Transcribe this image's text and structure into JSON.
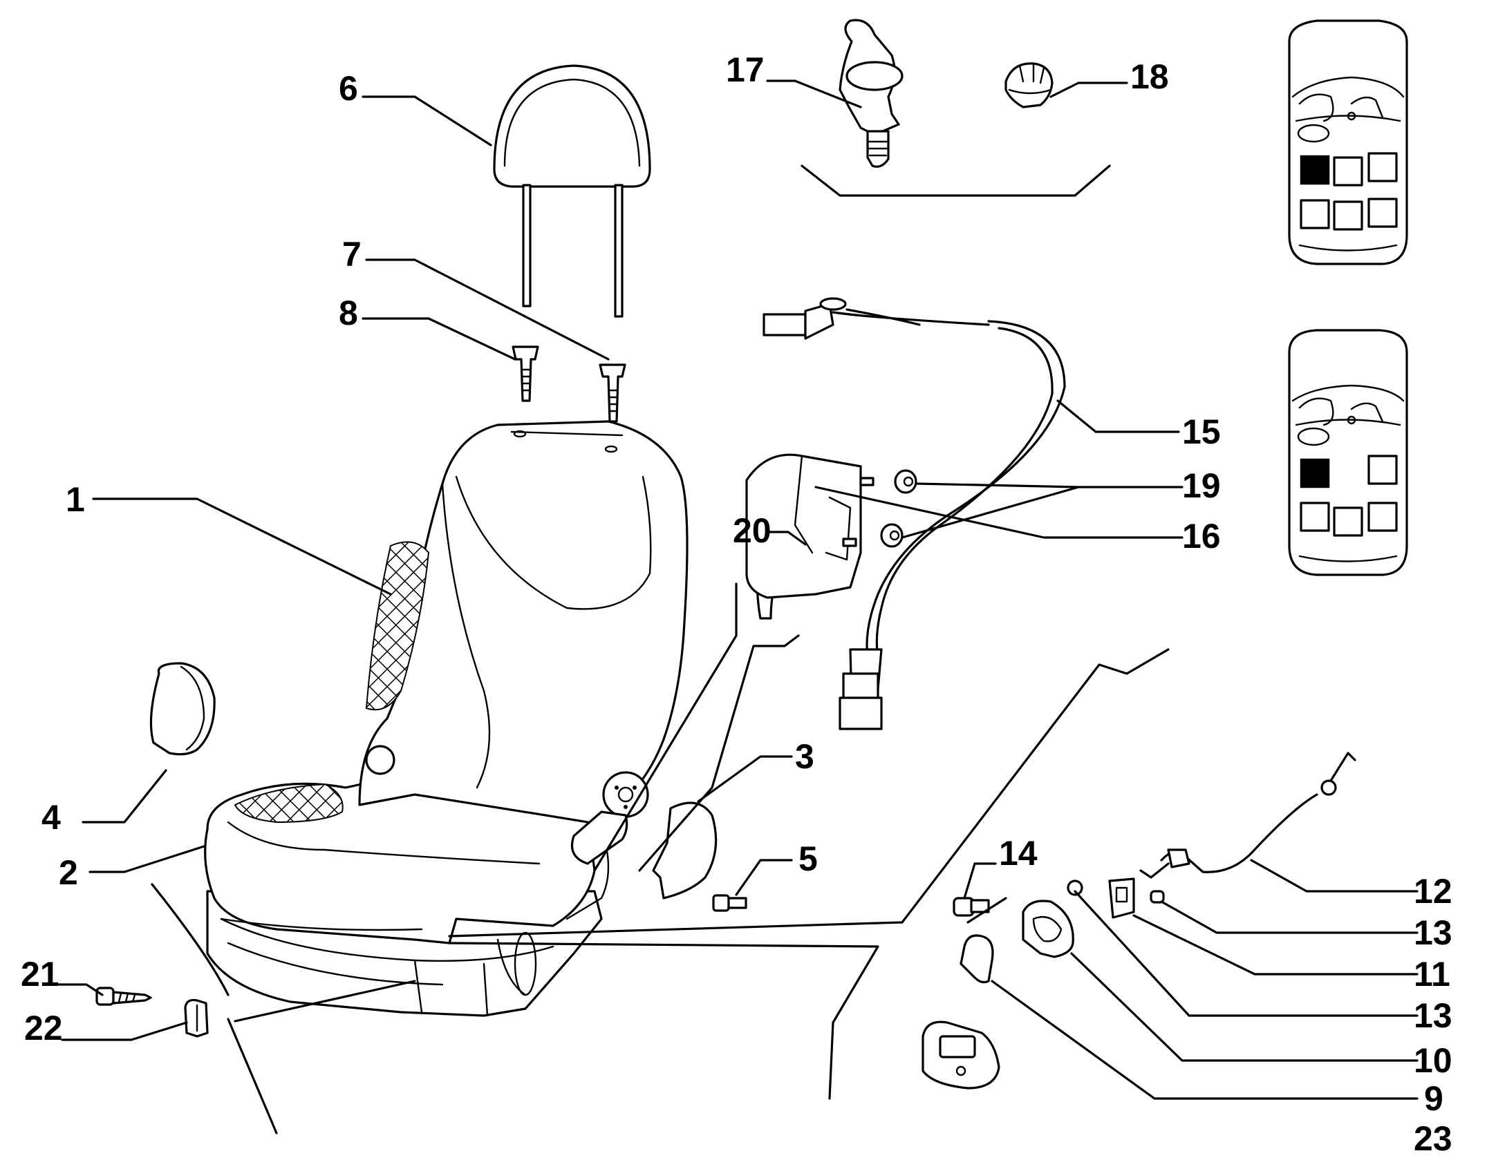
{
  "callouts": [
    {
      "id": "c1",
      "label": "1"
    },
    {
      "id": "c2",
      "label": "2"
    },
    {
      "id": "c3",
      "label": "3"
    },
    {
      "id": "c4",
      "label": "4"
    },
    {
      "id": "c5",
      "label": "5"
    },
    {
      "id": "c6",
      "label": "6"
    },
    {
      "id": "c7",
      "label": "7"
    },
    {
      "id": "c8",
      "label": "8"
    },
    {
      "id": "c9",
      "label": "9"
    },
    {
      "id": "c10",
      "label": "10"
    },
    {
      "id": "c11",
      "label": "11"
    },
    {
      "id": "c12",
      "label": "12"
    },
    {
      "id": "c13a",
      "label": "13"
    },
    {
      "id": "c13b",
      "label": "13"
    },
    {
      "id": "c14",
      "label": "14"
    },
    {
      "id": "c15",
      "label": "15"
    },
    {
      "id": "c16",
      "label": "16"
    },
    {
      "id": "c17",
      "label": "17"
    },
    {
      "id": "c18",
      "label": "18"
    },
    {
      "id": "c19",
      "label": "19"
    },
    {
      "id": "c20",
      "label": "20"
    },
    {
      "id": "c21",
      "label": "21"
    },
    {
      "id": "c22",
      "label": "22"
    },
    {
      "id": "c23",
      "label": "23"
    }
  ],
  "variant_icons": [
    {
      "id": "variant-a",
      "filled_slots": [
        0
      ]
    },
    {
      "id": "variant-b",
      "filled_slots": [
        0
      ]
    }
  ]
}
